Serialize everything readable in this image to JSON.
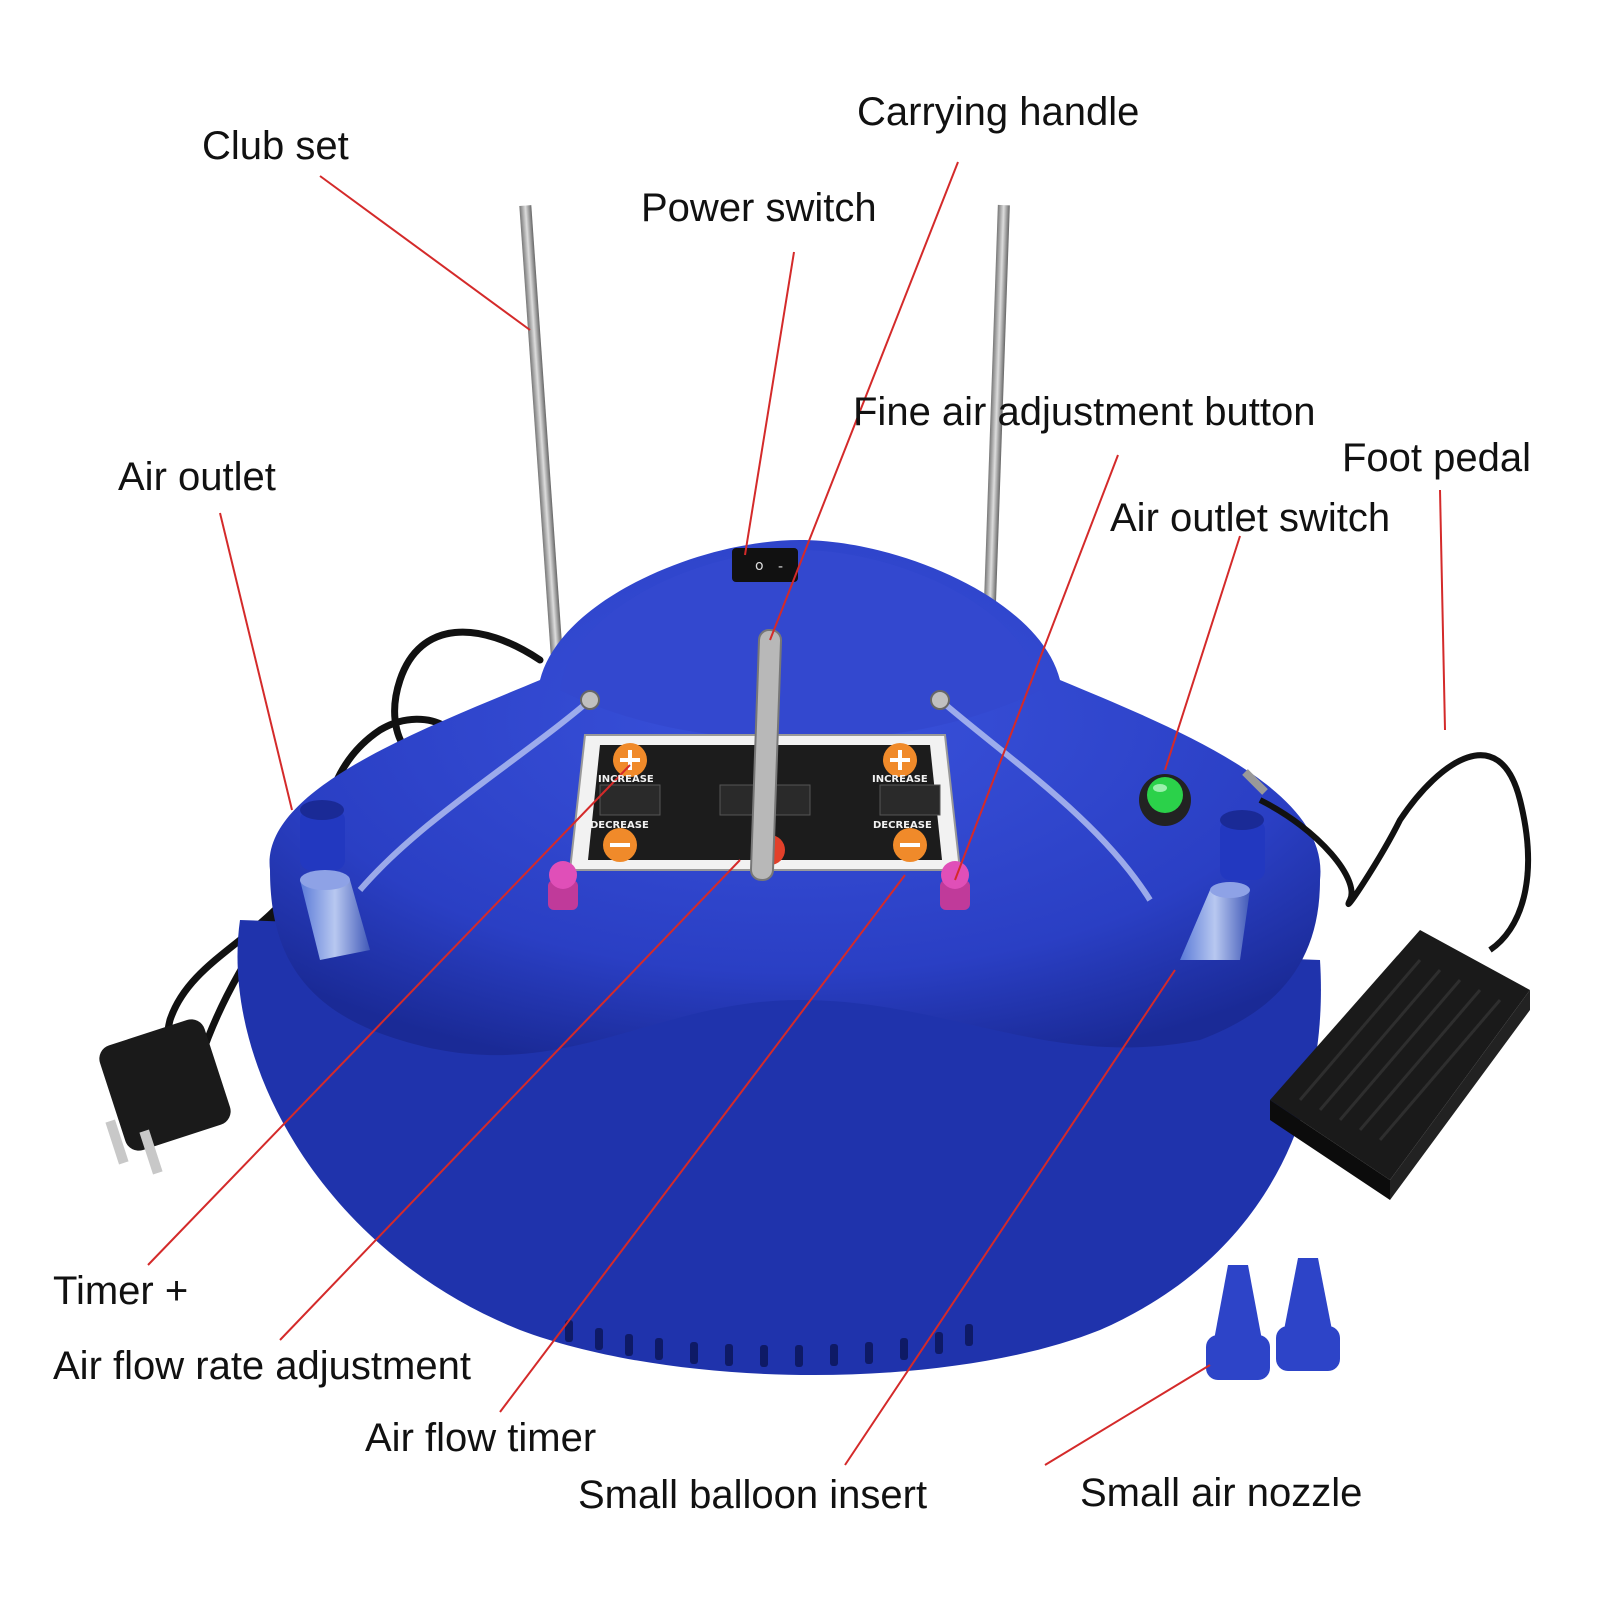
{
  "labels": {
    "club_set": "Club set",
    "carrying_handle": "Carrying handle",
    "power_switch": "Power switch",
    "fine_air_adjustment_button": "Fine air adjustment button",
    "foot_pedal": "Foot pedal",
    "air_outlet": "Air outlet",
    "air_outlet_switch": "Air outlet switch",
    "timer_plus": "Timer +",
    "air_flow_rate_adjustment": "Air flow rate adjustment",
    "air_flow_timer": "Air flow timer",
    "small_balloon_insert": "Small balloon insert",
    "small_air_nozzle": "Small air nozzle"
  },
  "panel": {
    "increase_left": "INCREASE",
    "increase_right": "INCREASE",
    "decrease_left": "DECREASE",
    "decrease_right": "DECREASE"
  },
  "colors": {
    "pump_body": "#2a3fc4",
    "pump_dark": "#1a2a96",
    "leader_line": "#d42a2a",
    "panel_bg": "#1c1c1c",
    "button_orange": "#f08a2a",
    "knob_pink": "#e04fb8",
    "switch_green": "#2bd14a"
  }
}
